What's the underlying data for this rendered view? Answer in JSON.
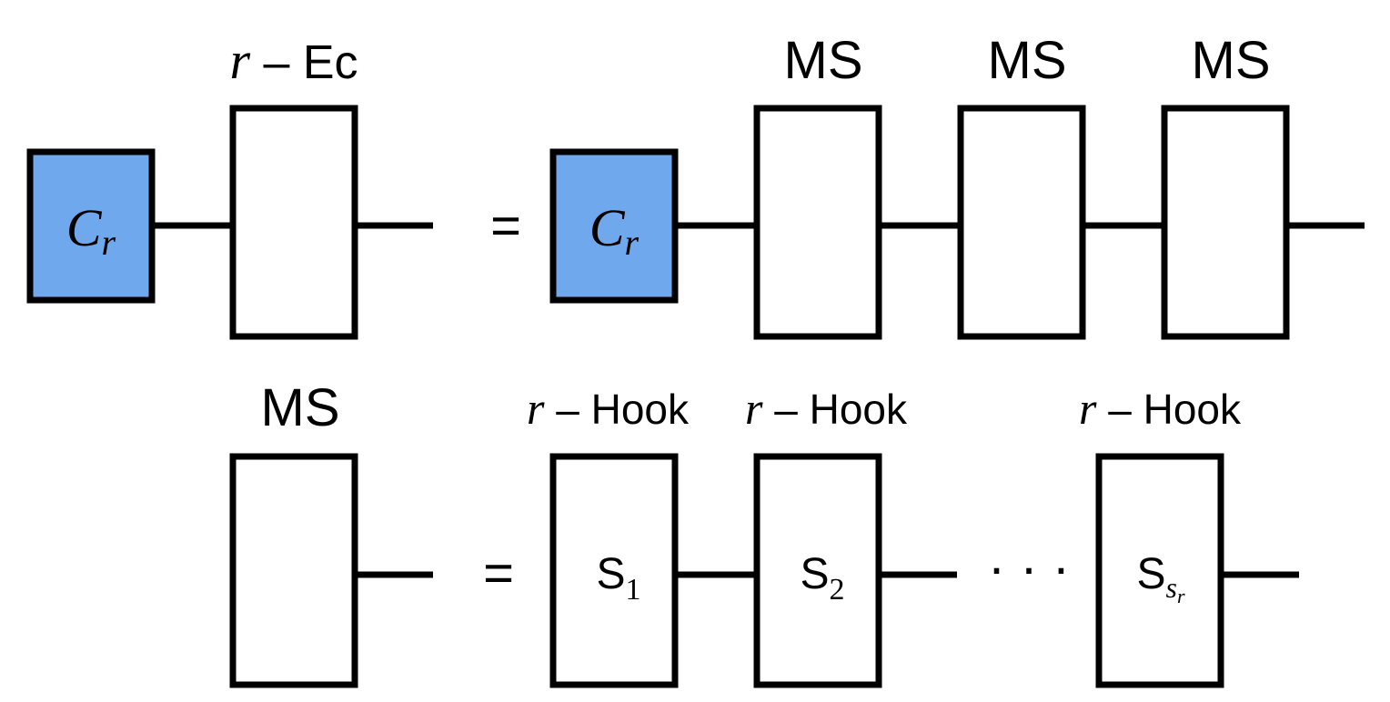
{
  "colors": {
    "tensor_fill": "#70a8ee",
    "stroke": "#000000"
  },
  "row1": {
    "lhs": {
      "tensor_label": "C",
      "tensor_sub": "r",
      "box_label_var": "r",
      "box_label_text": " – Ec"
    },
    "equals": "=",
    "rhs": {
      "tensor_label": "C",
      "tensor_sub": "r",
      "box_labels": [
        "MS",
        "MS",
        "MS"
      ]
    }
  },
  "row2": {
    "lhs": {
      "box_label": "MS"
    },
    "equals": "=",
    "rhs": {
      "hook_var": "r",
      "hook_text": " – Hook",
      "boxes": [
        {
          "main": "S",
          "sub": "1"
        },
        {
          "main": "S",
          "sub": "2"
        },
        {
          "main": "S",
          "sub": "s",
          "subsub": "r"
        }
      ],
      "ellipsis": "· · ·"
    }
  }
}
